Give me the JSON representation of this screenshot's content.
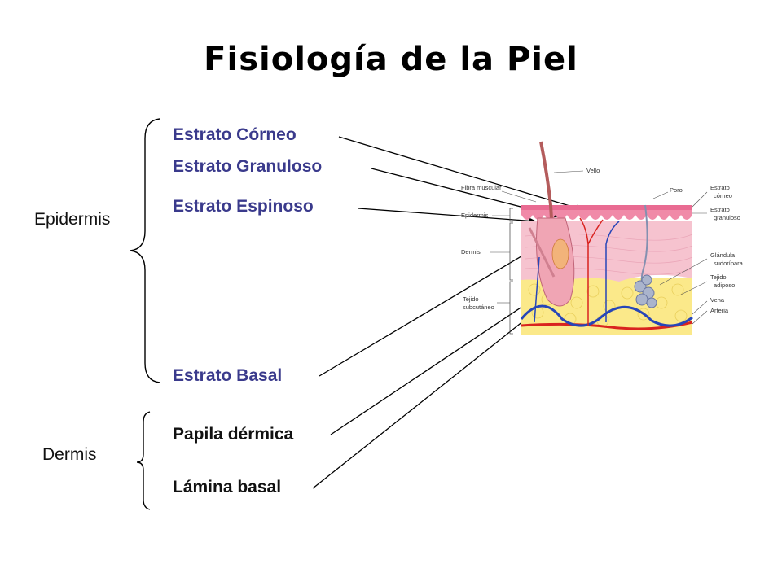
{
  "title": "Fisiología de la Piel",
  "groups": {
    "epidermis": "Epidermis",
    "dermis": "Dermis"
  },
  "labels": {
    "corneo": "Estrato Córneo",
    "granuloso": "Estrato Granuloso",
    "espinoso": "Estrato Espinoso",
    "basal": "Estrato Basal",
    "papila": "Papila dérmica",
    "lamina": "Lámina basal"
  },
  "figure": {
    "left": {
      "fibra": "Fibra muscular",
      "epidermis": "Epidermis",
      "dermis": "Dermis",
      "tejido1": "Tejido",
      "tejido2": "subcutáneo"
    },
    "top": {
      "vello": "Vello",
      "poro": "Poro"
    },
    "right": {
      "estrato1": "Estrato",
      "corneo": "córneo",
      "estrato2": "Estrato",
      "granuloso": "granuloso",
      "glandula": "Glándula",
      "sudoripara": "sudorípara",
      "tejido": "Tejido",
      "adiposo": "adiposo",
      "vena": "Vena",
      "arteria": "Arteria"
    }
  },
  "colors": {
    "label_blue": "#3a3a8c",
    "epidermis_pink": "#f08aa8",
    "dermis_pink": "#f6c3cf",
    "fat_yellow": "#fbe98a",
    "artery_red": "#d9231f",
    "vein_blue": "#2746b8"
  }
}
